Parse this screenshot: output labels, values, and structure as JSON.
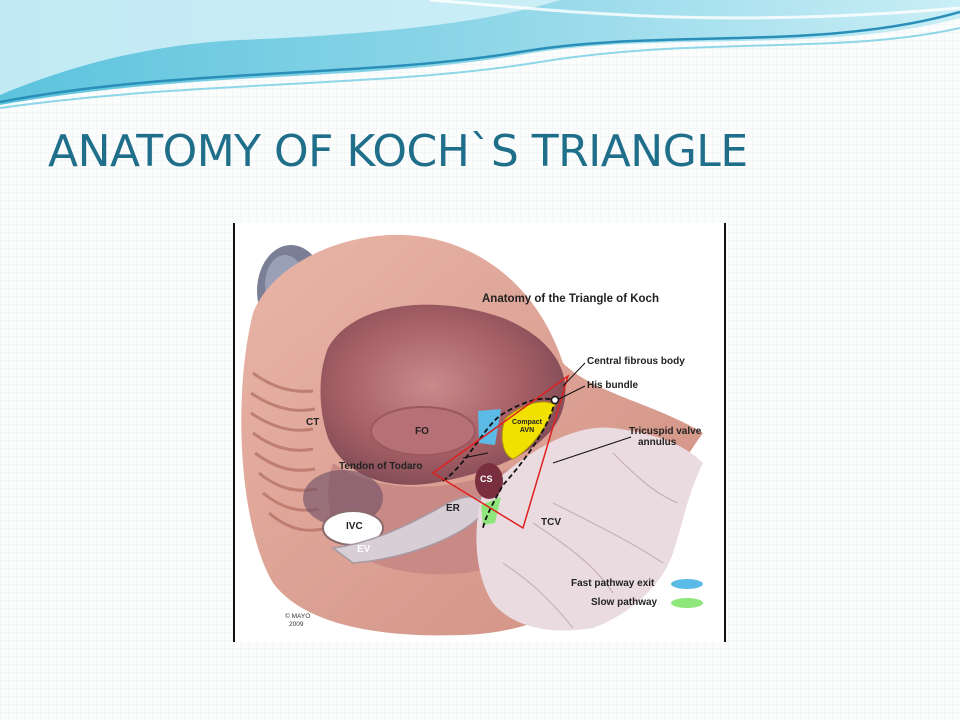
{
  "slide": {
    "title": "ANATOMY OF KOCH`S TRIANGLE"
  },
  "figure": {
    "title": "Anatomy of the Triangle of Koch",
    "labels": {
      "ct": "CT",
      "fo": "FO",
      "tendon_of_todaro": "Tendon of Todaro",
      "cs": "CS",
      "er": "ER",
      "ivc": "IVC",
      "ev": "EV",
      "tcv": "TCV",
      "compact_avn_line1": "Compact",
      "compact_avn_line2": "AVN",
      "central_fibrous_body": "Central fibrous body",
      "his_bundle": "His bundle",
      "tricuspid_line1": "Tricuspid valve",
      "tricuspid_line2": "annulus"
    },
    "legend": [
      {
        "label": "Fast pathway exit",
        "color": "#5bbbe6"
      },
      {
        "label": "Slow pathway",
        "color": "#8fe67a"
      }
    ],
    "copyright_line1": "© MAYO",
    "copyright_line2": "2009"
  },
  "colors": {
    "title": "#1f6f8b",
    "wave_dark": "#2a8fb8",
    "wave_light": "#8ed6e8",
    "tissue": "#d99a8c",
    "tissue_light": "#eab8ab",
    "cavity": "#a85c62",
    "valve": "#ead4d8",
    "triangle": "#e02020",
    "compact_avn": "#f2e000"
  }
}
